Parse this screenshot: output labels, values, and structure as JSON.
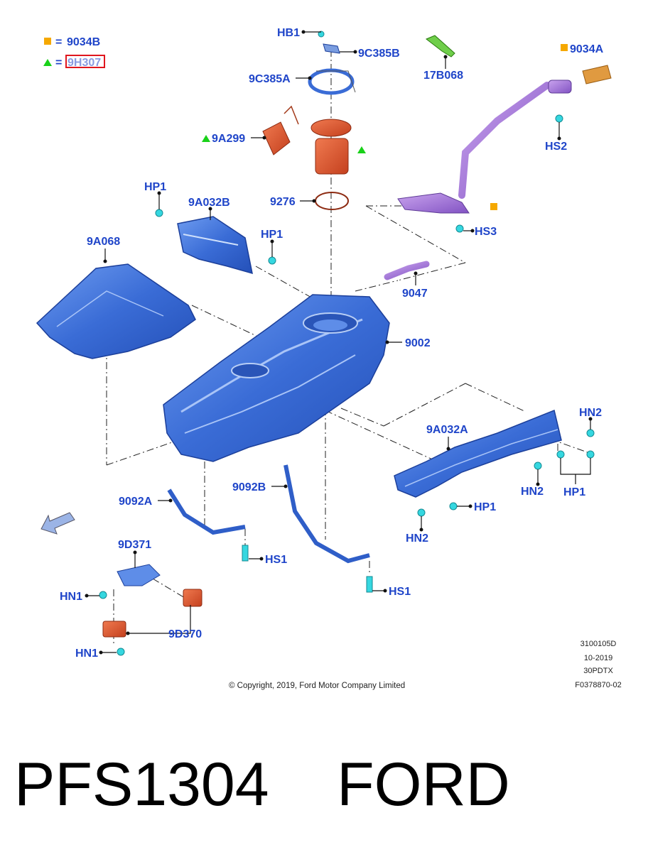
{
  "legend": {
    "square_symbol_color": "#f5a800",
    "triangle_symbol_color": "#19d119",
    "equals_sign": "=",
    "square_code": "9034B",
    "triangle_code": "9H307"
  },
  "colors": {
    "label_blue": "#1f45c9",
    "tank_blue": "#3b6fd8",
    "filler_purple": "#9b6fd1",
    "pump_orange": "#d9532c",
    "fastener_cyan": "#35d7e0",
    "highlight_red": "#e0161e"
  },
  "part_labels": {
    "hb1": "HB1",
    "9c385b": "9C385B",
    "9c385a": "9C385A",
    "17b068": "17B068",
    "9034a": "9034A",
    "9a299": "9A299",
    "hs2": "HS2",
    "hp1_a": "HP1",
    "9a032b": "9A032B",
    "9276": "9276",
    "hp1_b": "HP1",
    "hs3": "HS3",
    "9a068": "9A068",
    "9047": "9047",
    "9002": "9002",
    "hn2_a": "HN2",
    "9a032a": "9A032A",
    "hn2_b": "HN2",
    "hp1_c": "HP1",
    "9092b": "9092B",
    "9092a": "9092A",
    "hp1_d": "HP1",
    "hn2_c": "HN2",
    "9d371": "9D371",
    "hs1_a": "HS1",
    "hs1_b": "HS1",
    "hn1_a": "HN1",
    "9d370": "9D370",
    "hn1_b": "HN1"
  },
  "drawing_info": {
    "line1": "3100105D",
    "line2": "10-2019",
    "line3": "30PDTX",
    "line4": "F0378870-02"
  },
  "copyright": "© Copyright, 2019, Ford Motor Company Limited",
  "caption": "PFS1304    FORD"
}
